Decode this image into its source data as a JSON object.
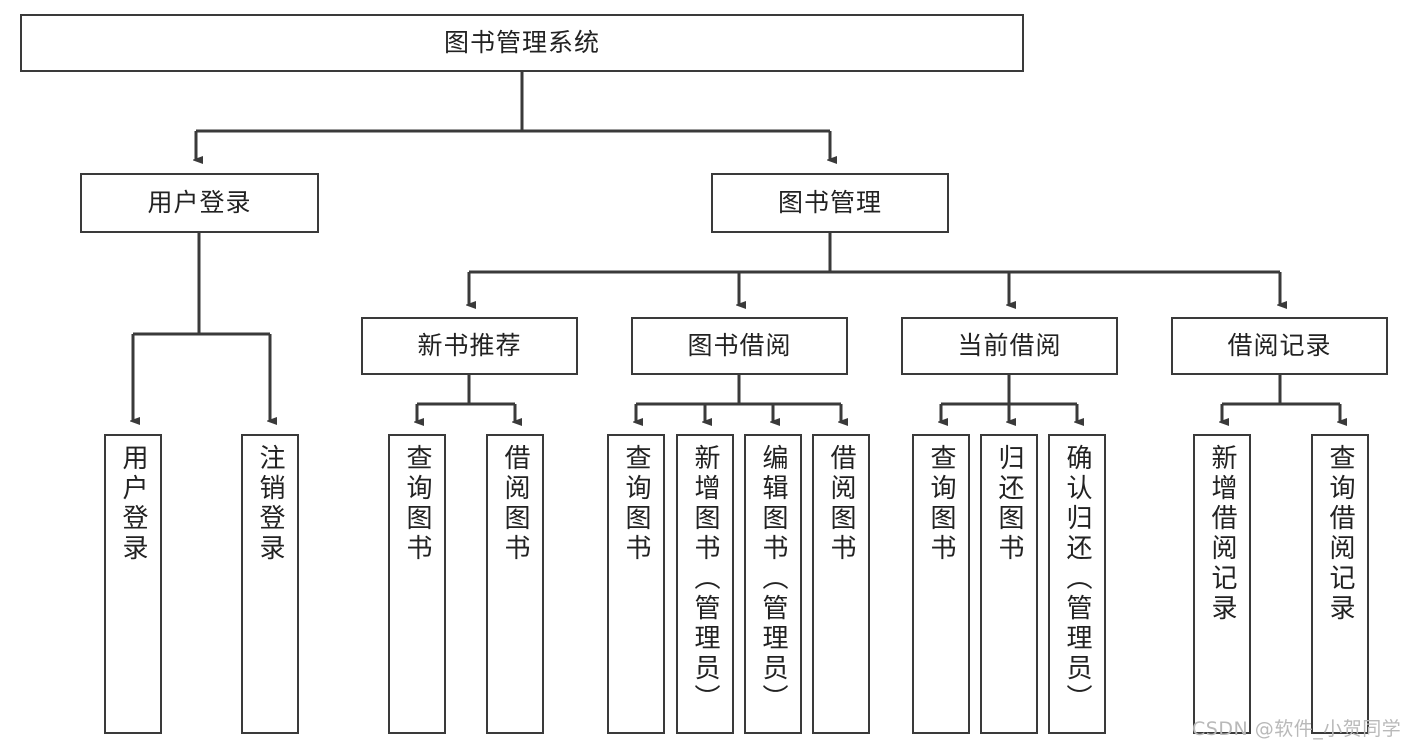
{
  "diagram": {
    "title": "图书管理系统",
    "type": "tree-hierarchy",
    "root": {
      "label": "图书管理系统"
    },
    "level2": [
      {
        "label": "用户登录"
      },
      {
        "label": "图书管理"
      }
    ],
    "level3": [
      {
        "label": "新书推荐"
      },
      {
        "label": "图书借阅"
      },
      {
        "label": "当前借阅"
      },
      {
        "label": "借阅记录"
      }
    ],
    "leaves": {
      "user_login": [
        {
          "label": "用户登录"
        },
        {
          "label": "注销登录"
        }
      ],
      "new_book_recommend": [
        {
          "label": "查询图书"
        },
        {
          "label": "借阅图书"
        }
      ],
      "book_borrow": [
        {
          "label": "查询图书"
        },
        {
          "label": "新增图书（管理员）"
        },
        {
          "label": "编辑图书（管理员）"
        },
        {
          "label": "借阅图书"
        }
      ],
      "current_borrow": [
        {
          "label": "查询图书"
        },
        {
          "label": "归还图书"
        },
        {
          "label": "确认归还（管理员）"
        }
      ],
      "borrow_record": [
        {
          "label": "新增借阅记录"
        },
        {
          "label": "查询借阅记录"
        }
      ]
    }
  },
  "watermark": {
    "text": "CSDN @软件_小贺同学"
  },
  "colors": {
    "border": "#3a3a3a",
    "text": "#222222",
    "background": "#ffffff",
    "watermark": "#b9b9b9"
  }
}
